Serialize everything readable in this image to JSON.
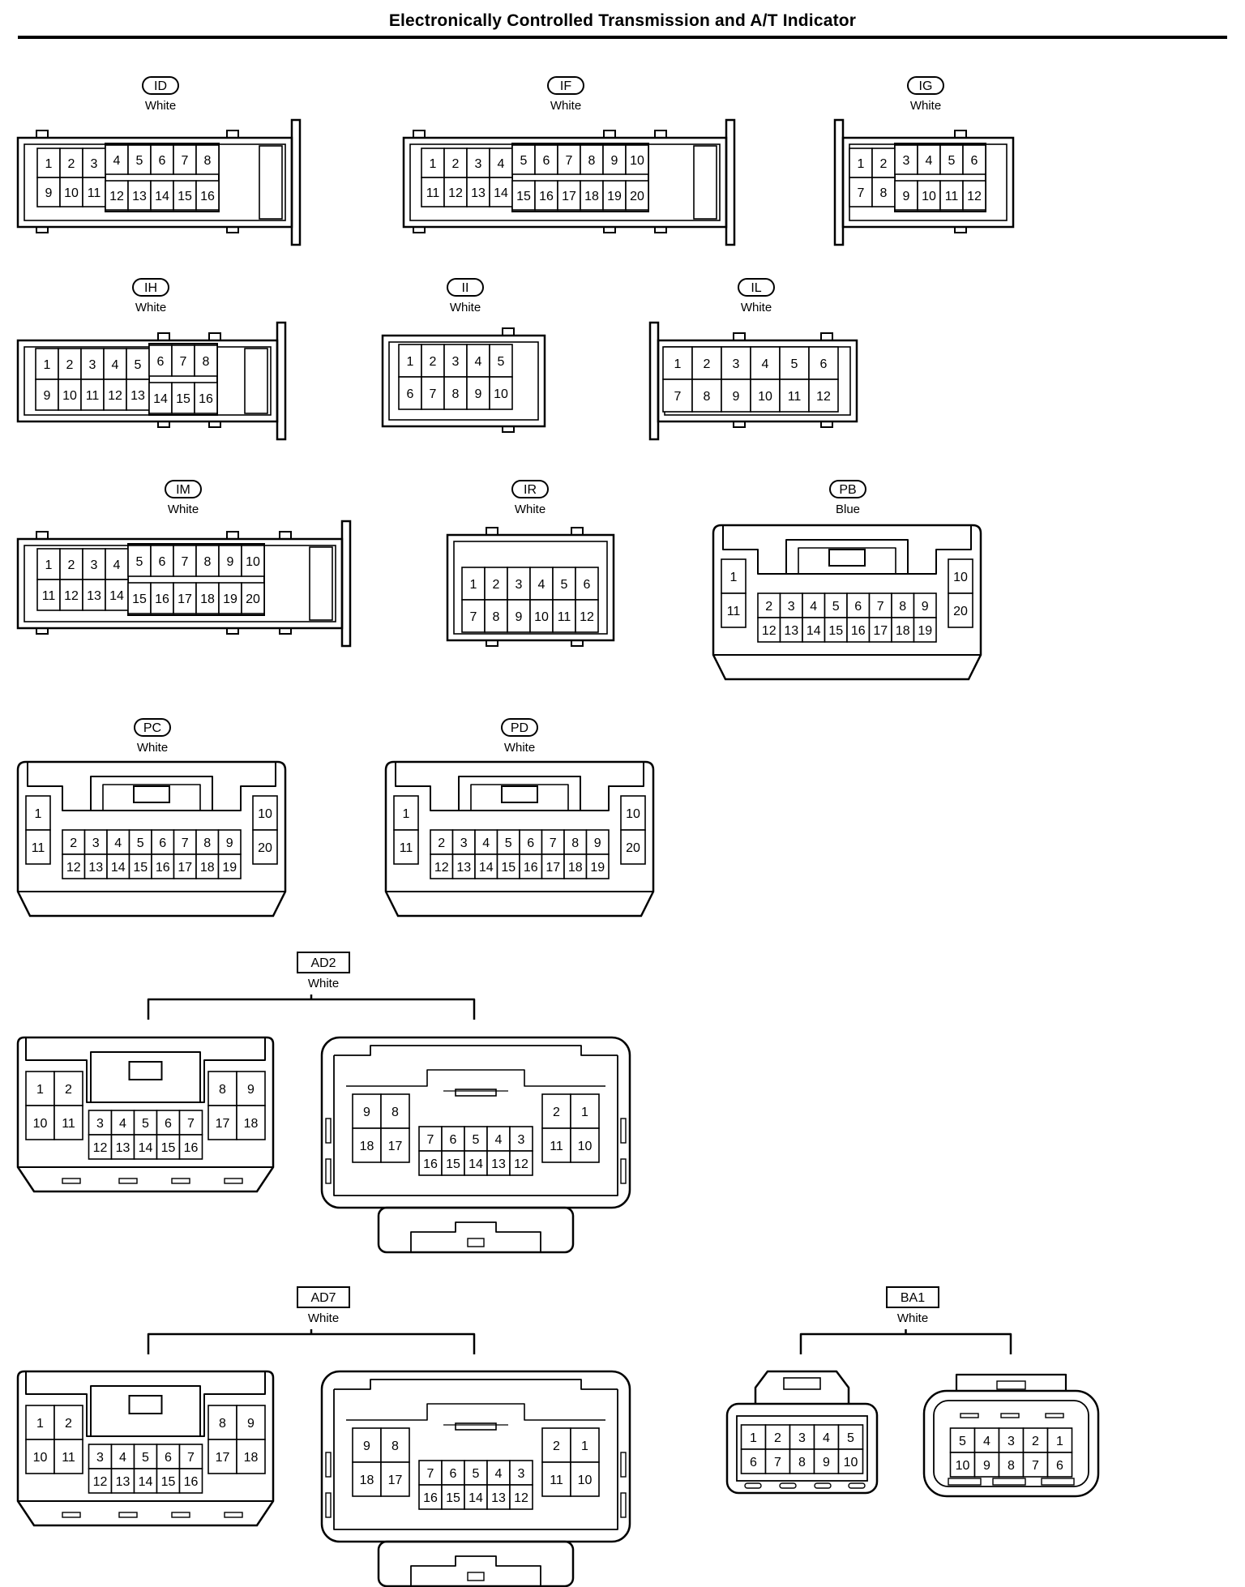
{
  "title": "Electronically Controlled Transmission and A/T Indicator",
  "connectors": [
    {
      "id": "ID",
      "color": "White",
      "style": "pill",
      "rows": [
        [
          "1",
          "2",
          "3",
          "4",
          "5",
          "6",
          "7",
          "8"
        ],
        [
          "9",
          "10",
          "11",
          "12",
          "13",
          "14",
          "15",
          "16"
        ]
      ]
    },
    {
      "id": "IF",
      "color": "White",
      "style": "pill",
      "rows": [
        [
          "1",
          "2",
          "3",
          "4",
          "5",
          "6",
          "7",
          "8",
          "9",
          "10"
        ],
        [
          "11",
          "12",
          "13",
          "14",
          "15",
          "16",
          "17",
          "18",
          "19",
          "20"
        ]
      ]
    },
    {
      "id": "IG",
      "color": "White",
      "style": "pill",
      "rows": [
        [
          "1",
          "2",
          "3",
          "4",
          "5",
          "6"
        ],
        [
          "7",
          "8",
          "9",
          "10",
          "11",
          "12"
        ]
      ]
    },
    {
      "id": "IH",
      "color": "White",
      "style": "pill",
      "rows": [
        [
          "1",
          "2",
          "3",
          "4",
          "5",
          "6",
          "7",
          "8"
        ],
        [
          "9",
          "10",
          "11",
          "12",
          "13",
          "14",
          "15",
          "16"
        ]
      ]
    },
    {
      "id": "II",
      "color": "White",
      "style": "pill",
      "rows": [
        [
          "1",
          "2",
          "3",
          "4",
          "5"
        ],
        [
          "6",
          "7",
          "8",
          "9",
          "10"
        ]
      ]
    },
    {
      "id": "IL",
      "color": "White",
      "style": "pill",
      "rows": [
        [
          "1",
          "2",
          "3",
          "4",
          "5",
          "6"
        ],
        [
          "7",
          "8",
          "9",
          "10",
          "11",
          "12"
        ]
      ]
    },
    {
      "id": "IM",
      "color": "White",
      "style": "pill",
      "rows": [
        [
          "1",
          "2",
          "3",
          "4",
          "5",
          "6",
          "7",
          "8",
          "9",
          "10"
        ],
        [
          "11",
          "12",
          "13",
          "14",
          "15",
          "16",
          "17",
          "18",
          "19",
          "20"
        ]
      ]
    },
    {
      "id": "IR",
      "color": "White",
      "style": "pill",
      "rows": [
        [
          "1",
          "2",
          "3",
          "4",
          "5",
          "6"
        ],
        [
          "7",
          "8",
          "9",
          "10",
          "11",
          "12"
        ]
      ]
    },
    {
      "id": "PB",
      "color": "Blue",
      "style": "pill",
      "pins": {
        "left": [
          "1",
          "11"
        ],
        "right": [
          "10",
          "20"
        ],
        "center_top": [
          "2",
          "3",
          "4",
          "5",
          "6",
          "7",
          "8",
          "9"
        ],
        "center_bottom": [
          "12",
          "13",
          "14",
          "15",
          "16",
          "17",
          "18",
          "19"
        ]
      }
    },
    {
      "id": "PC",
      "color": "White",
      "style": "pill",
      "pins": {
        "left": [
          "1",
          "11"
        ],
        "right": [
          "10",
          "20"
        ],
        "center_top": [
          "2",
          "3",
          "4",
          "5",
          "6",
          "7",
          "8",
          "9"
        ],
        "center_bottom": [
          "12",
          "13",
          "14",
          "15",
          "16",
          "17",
          "18",
          "19"
        ]
      }
    },
    {
      "id": "PD",
      "color": "White",
      "style": "pill",
      "pins": {
        "left": [
          "1",
          "11"
        ],
        "right": [
          "10",
          "20"
        ],
        "center_top": [
          "2",
          "3",
          "4",
          "5",
          "6",
          "7",
          "8",
          "9"
        ],
        "center_bottom": [
          "12",
          "13",
          "14",
          "15",
          "16",
          "17",
          "18",
          "19"
        ]
      }
    },
    {
      "id": "AD2",
      "color": "White",
      "style": "box",
      "male": {
        "left": [
          [
            "1",
            "2"
          ],
          [
            "10",
            "11"
          ]
        ],
        "right": [
          [
            "8",
            "9"
          ],
          [
            "17",
            "18"
          ]
        ],
        "center_top": [
          "3",
          "4",
          "5",
          "6",
          "7"
        ],
        "center_bottom": [
          "12",
          "13",
          "14",
          "15",
          "16"
        ]
      },
      "female": {
        "left": [
          [
            "9",
            "8"
          ],
          [
            "18",
            "17"
          ]
        ],
        "right": [
          [
            "2",
            "1"
          ],
          [
            "11",
            "10"
          ]
        ],
        "center_top": [
          "7",
          "6",
          "5",
          "4",
          "3"
        ],
        "center_bottom": [
          "16",
          "15",
          "14",
          "13",
          "12"
        ]
      }
    },
    {
      "id": "AD7",
      "color": "White",
      "style": "box",
      "male": {
        "left": [
          [
            "1",
            "2"
          ],
          [
            "10",
            "11"
          ]
        ],
        "right": [
          [
            "8",
            "9"
          ],
          [
            "17",
            "18"
          ]
        ],
        "center_top": [
          "3",
          "4",
          "5",
          "6",
          "7"
        ],
        "center_bottom": [
          "12",
          "13",
          "14",
          "15",
          "16"
        ]
      },
      "female": {
        "left": [
          [
            "9",
            "8"
          ],
          [
            "18",
            "17"
          ]
        ],
        "right": [
          [
            "2",
            "1"
          ],
          [
            "11",
            "10"
          ]
        ],
        "center_top": [
          "7",
          "6",
          "5",
          "4",
          "3"
        ],
        "center_bottom": [
          "16",
          "15",
          "14",
          "13",
          "12"
        ]
      }
    },
    {
      "id": "BA1",
      "color": "White",
      "style": "box",
      "male": {
        "rows": [
          [
            "1",
            "2",
            "3",
            "4",
            "5"
          ],
          [
            "6",
            "7",
            "8",
            "9",
            "10"
          ]
        ]
      },
      "female": {
        "rows": [
          [
            "5",
            "4",
            "3",
            "2",
            "1"
          ],
          [
            "10",
            "9",
            "8",
            "7",
            "6"
          ]
        ]
      }
    }
  ]
}
